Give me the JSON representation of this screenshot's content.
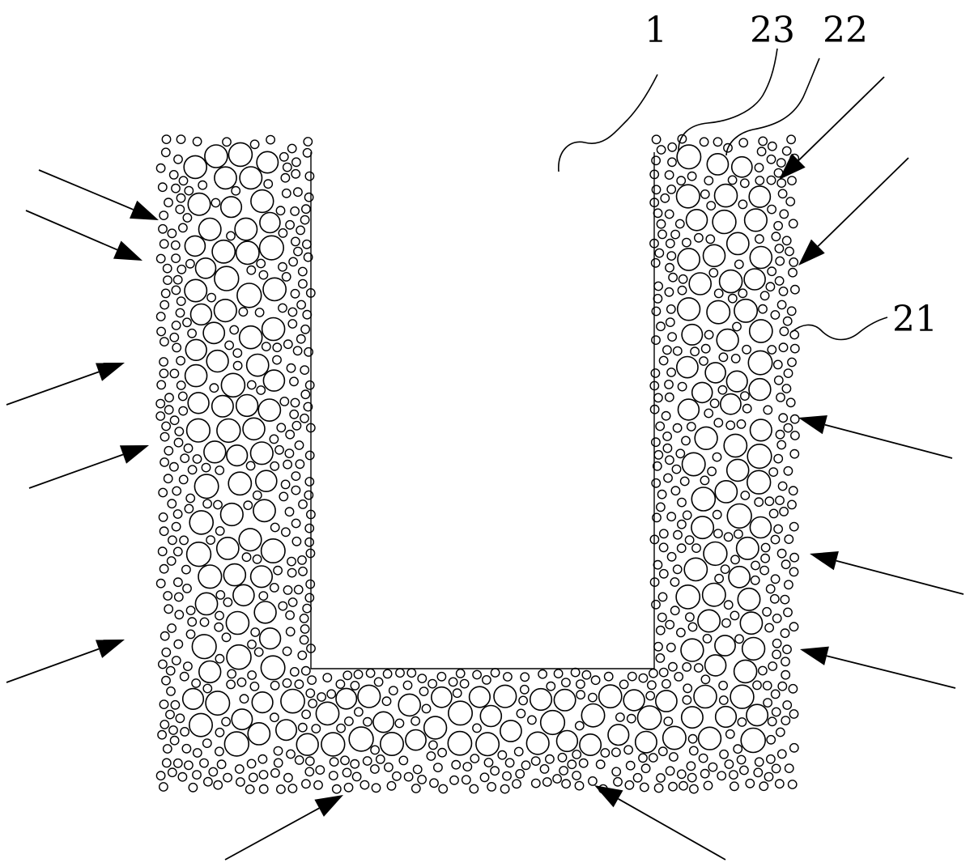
{
  "figure": {
    "labels": [
      {
        "id": "label-1",
        "text": "1"
      },
      {
        "id": "label-23",
        "text": "23"
      },
      {
        "id": "label-22",
        "text": "22"
      },
      {
        "id": "label-21",
        "text": "21"
      }
    ],
    "components": [
      {
        "ref": "1",
        "name": "channel-cavity"
      },
      {
        "ref": "21",
        "name": "small-particles-outer"
      },
      {
        "ref": "22",
        "name": "large-particles"
      },
      {
        "ref": "23",
        "name": "small-particles-inner"
      }
    ],
    "arrows_count": 12
  },
  "colors": {
    "stroke": "#000000",
    "fill": "#ffffff"
  }
}
